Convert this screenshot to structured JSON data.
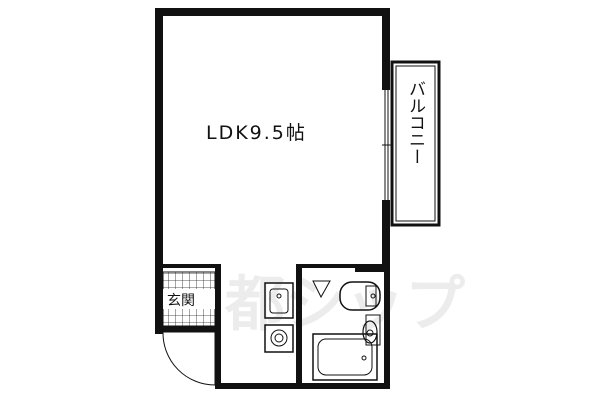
{
  "plan": {
    "ldk_label": "LDK9.5帖",
    "balcony_label": "バルコニー",
    "entrance_label": "玄関",
    "watermark": "都シップ"
  }
}
